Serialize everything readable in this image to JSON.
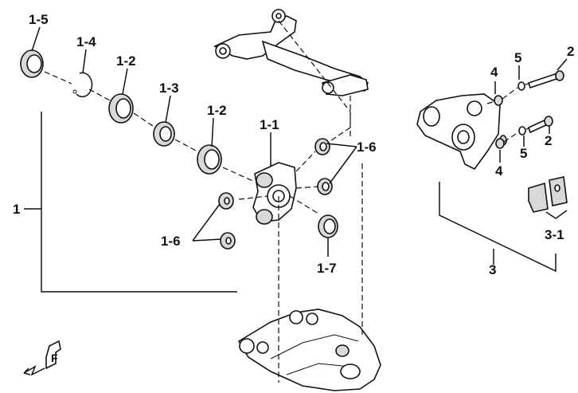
{
  "callouts": {
    "c1": "1",
    "c1_1": "1-1",
    "c1_2a": "1-2",
    "c1_2b": "1-2",
    "c1_3": "1-3",
    "c1_4": "1-4",
    "c1_5": "1-5",
    "c1_6a": "1-6",
    "c1_6b": "1-6",
    "c1_7": "1-7",
    "c2a": "2",
    "c2b": "2",
    "c3": "3",
    "c3_1": "3-1",
    "c4a": "4",
    "c4b": "4",
    "c5a": "5",
    "c5b": "5"
  },
  "front_marker": "F"
}
